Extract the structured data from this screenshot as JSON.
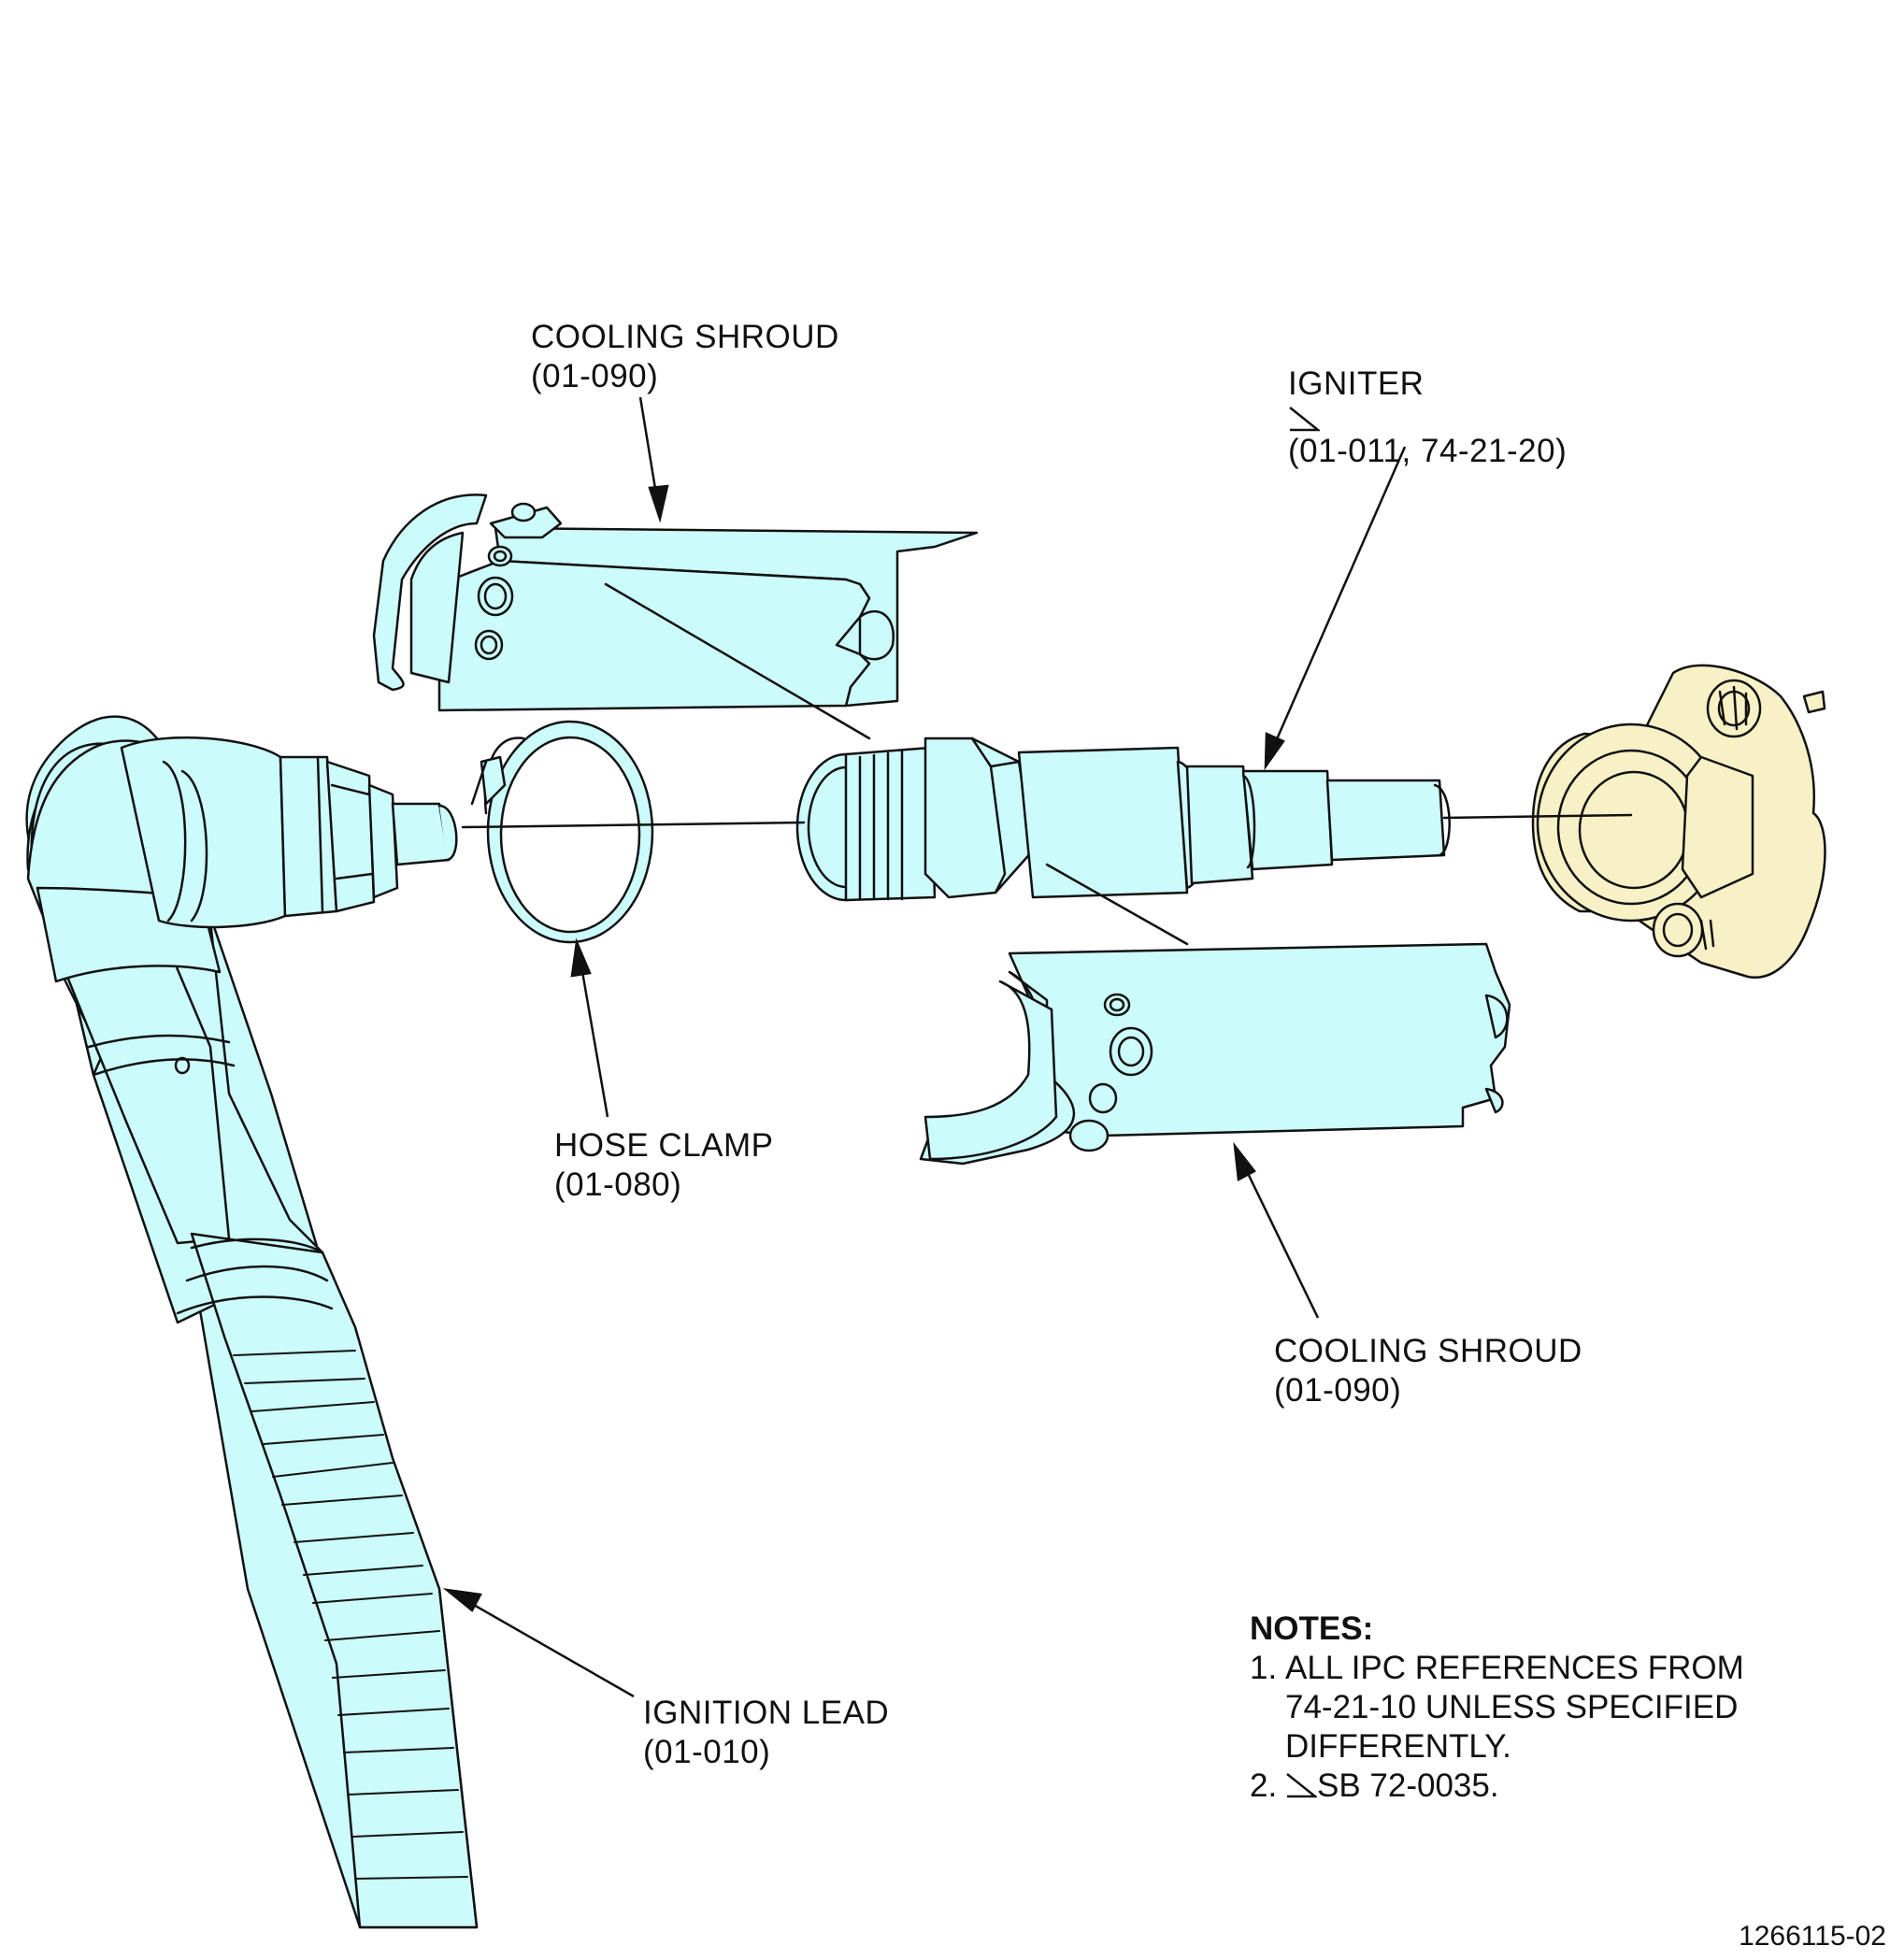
{
  "labels": {
    "cooling_shroud_top": {
      "name": "COOLING SHROUD",
      "ref": "(01-090)"
    },
    "igniter": {
      "name": "IGNITER",
      "ref": "(01-011, 74-21-20)"
    },
    "hose_clamp": {
      "name": "HOSE CLAMP",
      "ref": "(01-080)"
    },
    "cooling_shroud_bottom": {
      "name": "COOLING SHROUD",
      "ref": "(01-090)"
    },
    "ignition_lead": {
      "name": "IGNITION LEAD",
      "ref": "(01-010)"
    }
  },
  "notes": {
    "heading": "NOTES:",
    "items": [
      {
        "num": "1.",
        "lines": [
          "ALL IPC REFERENCES FROM",
          "74-21-10 UNLESS SPECIFIED",
          "DIFFERENTLY."
        ]
      },
      {
        "num": "2.",
        "text": "SB 72-0035."
      }
    ]
  },
  "document_number": "1266115-02",
  "colors": {
    "part_fill": "#ccfbfb",
    "boss_fill": "#f8f1c6",
    "line": "#111111"
  },
  "icons": {
    "note_flag": "triangle-flag-icon"
  }
}
